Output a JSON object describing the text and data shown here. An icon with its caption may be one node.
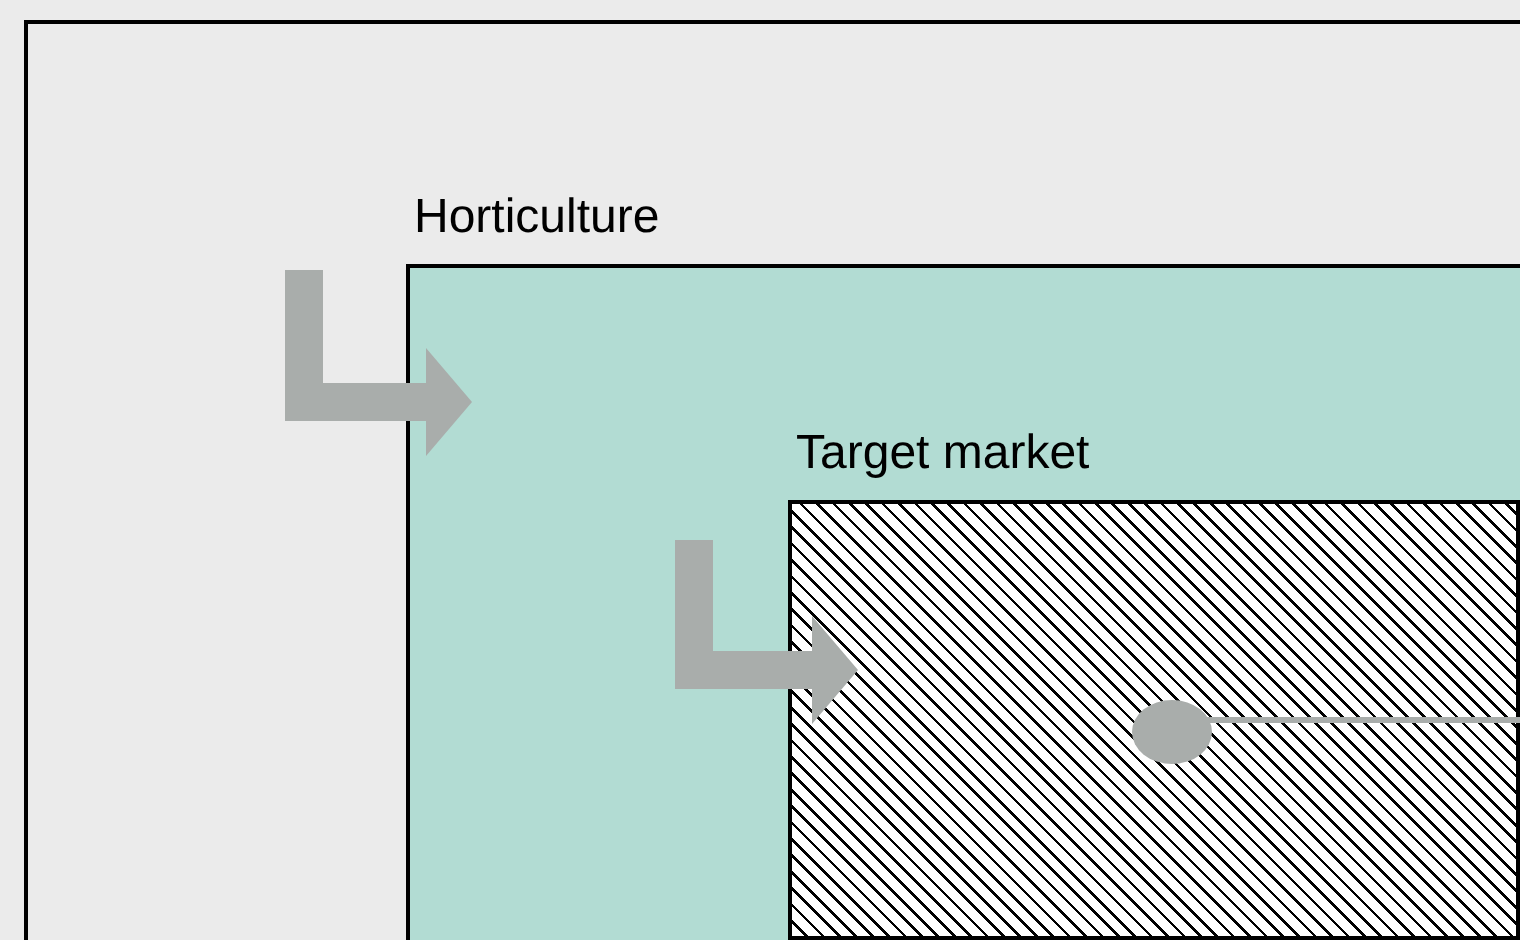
{
  "diagram": {
    "nodes": [
      {
        "text": [],
        "shape": "box"
      },
      {
        "text": [
          "Horticulture"
        ],
        "in": 0
      },
      {
        "text": [
          "Target market"
        ],
        "in": 1
      },
      {
        "text": [],
        "shape": "circle",
        "in": 2
      }
    ],
    "edges": [
      {
        "from": null,
        "to": 1,
        "arrow": "to"
      },
      {
        "from": null,
        "to": 2,
        "arrow": "to"
      },
      {
        "from": 3,
        "to": null,
        "arrow": "none"
      }
    ]
  }
}
